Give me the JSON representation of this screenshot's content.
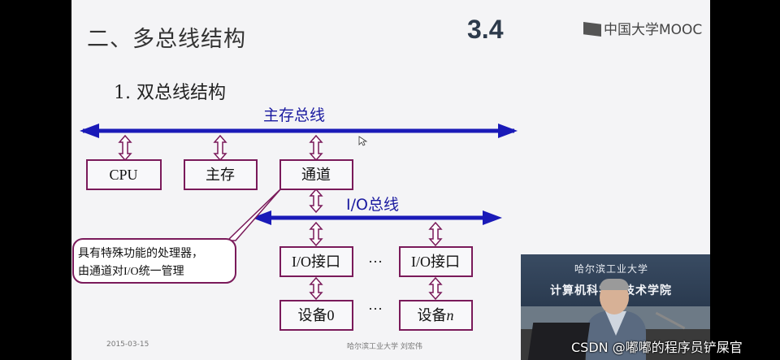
{
  "slide": {
    "title": "二、多总线结构",
    "section_number": "3.4",
    "brand": "中国大学MOOC",
    "subtitle": "1. 双总线结构",
    "footer_date": "2015-03-15",
    "footer_org": "哈尔滨工业大学  刘宏伟"
  },
  "diagram": {
    "main_bus_label": "主存总线",
    "io_bus_label": "I/O总线",
    "cpu": "CPU",
    "memory": "主存",
    "channel": "通道",
    "io_interface_1": "I/O接口",
    "io_interface_2": "I/O接口",
    "device_0": "设备0",
    "device_n_prefix": "设备",
    "device_n_suffix": "n",
    "ellipsis_1": "···",
    "ellipsis_2": "···",
    "callout_line1": "具有特殊功能的处理器，",
    "callout_line2": "由通道对I/O统一管理"
  },
  "video": {
    "banner_line1": "哈尔滨工业大学",
    "banner_line2": "计算机科学与技术学院"
  },
  "watermark": "CSDN @嘟嘟的程序员铲屎官",
  "colors": {
    "bus": "#1a1ab8",
    "box_border": "#7a1a5a",
    "slide_bg": "#f4f4f6"
  }
}
